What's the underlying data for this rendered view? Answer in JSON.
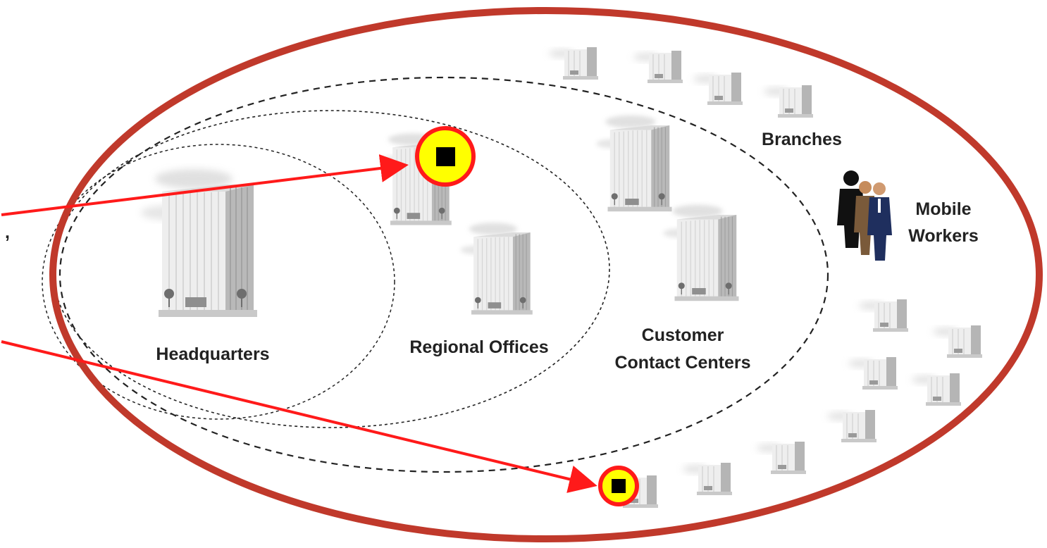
{
  "colors": {
    "outer_ring": "#c0392b",
    "arrow": "#ff1a1a",
    "marker_ring": "#ff1a1a",
    "marker_fill": "#ffff00",
    "marker_square": "#000000",
    "dashed": "#222222",
    "building_face": "#eeeeee",
    "building_side": "#b9b9b9",
    "building_lines": "#d6d6d6",
    "smoke": "#c8c8c8",
    "label_text": "#222222"
  },
  "labels": {
    "headquarters": "Headquarters",
    "regional": "Regional Offices",
    "contact_line1": "Customer",
    "contact_line2": "Contact Centers",
    "branches": "Branches",
    "mobile_line1": "Mobile",
    "mobile_line2": "Workers",
    "stray_mark": ","
  },
  "icons": {
    "building": "office-building-icon",
    "branch": "branch-building-icon",
    "people": "mobile-workers-people-icon",
    "marker": "location-marker-icon"
  }
}
